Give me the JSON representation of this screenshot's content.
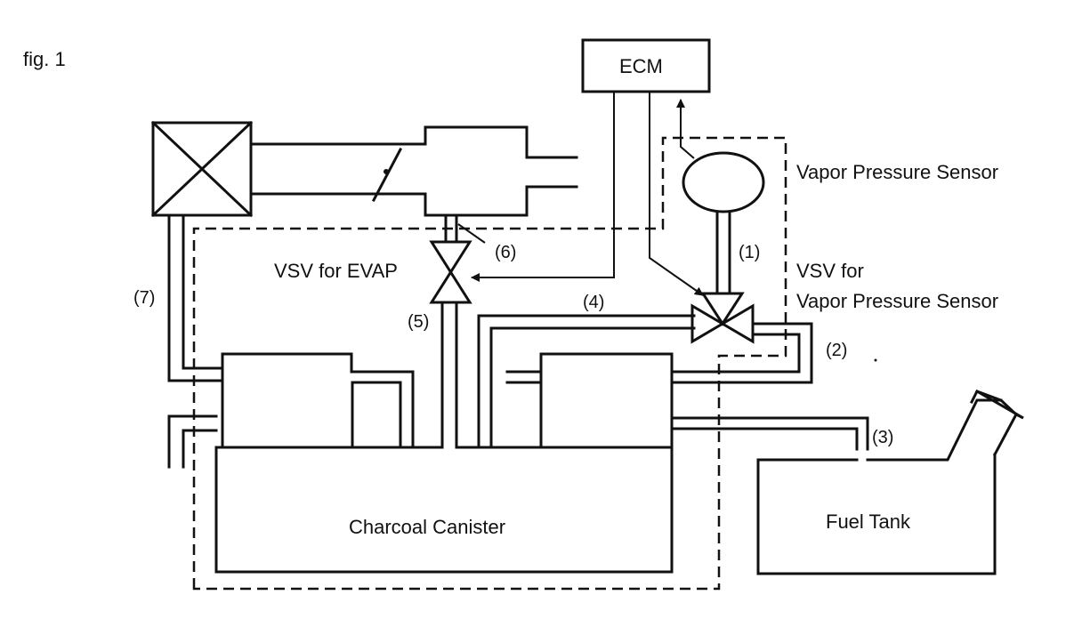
{
  "figure_label": "fig. 1",
  "components": {
    "ecm": "ECM",
    "vapor_pressure_sensor": "Vapor Pressure Sensor",
    "vsv_evap": "VSV for EVAP",
    "vsv_vapor_line1": "VSV for",
    "vsv_vapor_line2": "Vapor Pressure Sensor",
    "charcoal_canister": "Charcoal Canister",
    "fuel_tank": "Fuel Tank"
  },
  "hose_labels": {
    "h1": "(1)",
    "h2": "(2)",
    "h3": "(3)",
    "h4": "(4)",
    "h5": "(5)",
    "h6": "(6)",
    "h7": "(7)"
  },
  "colors": {
    "ink": "#111111",
    "background": "#ffffff"
  }
}
